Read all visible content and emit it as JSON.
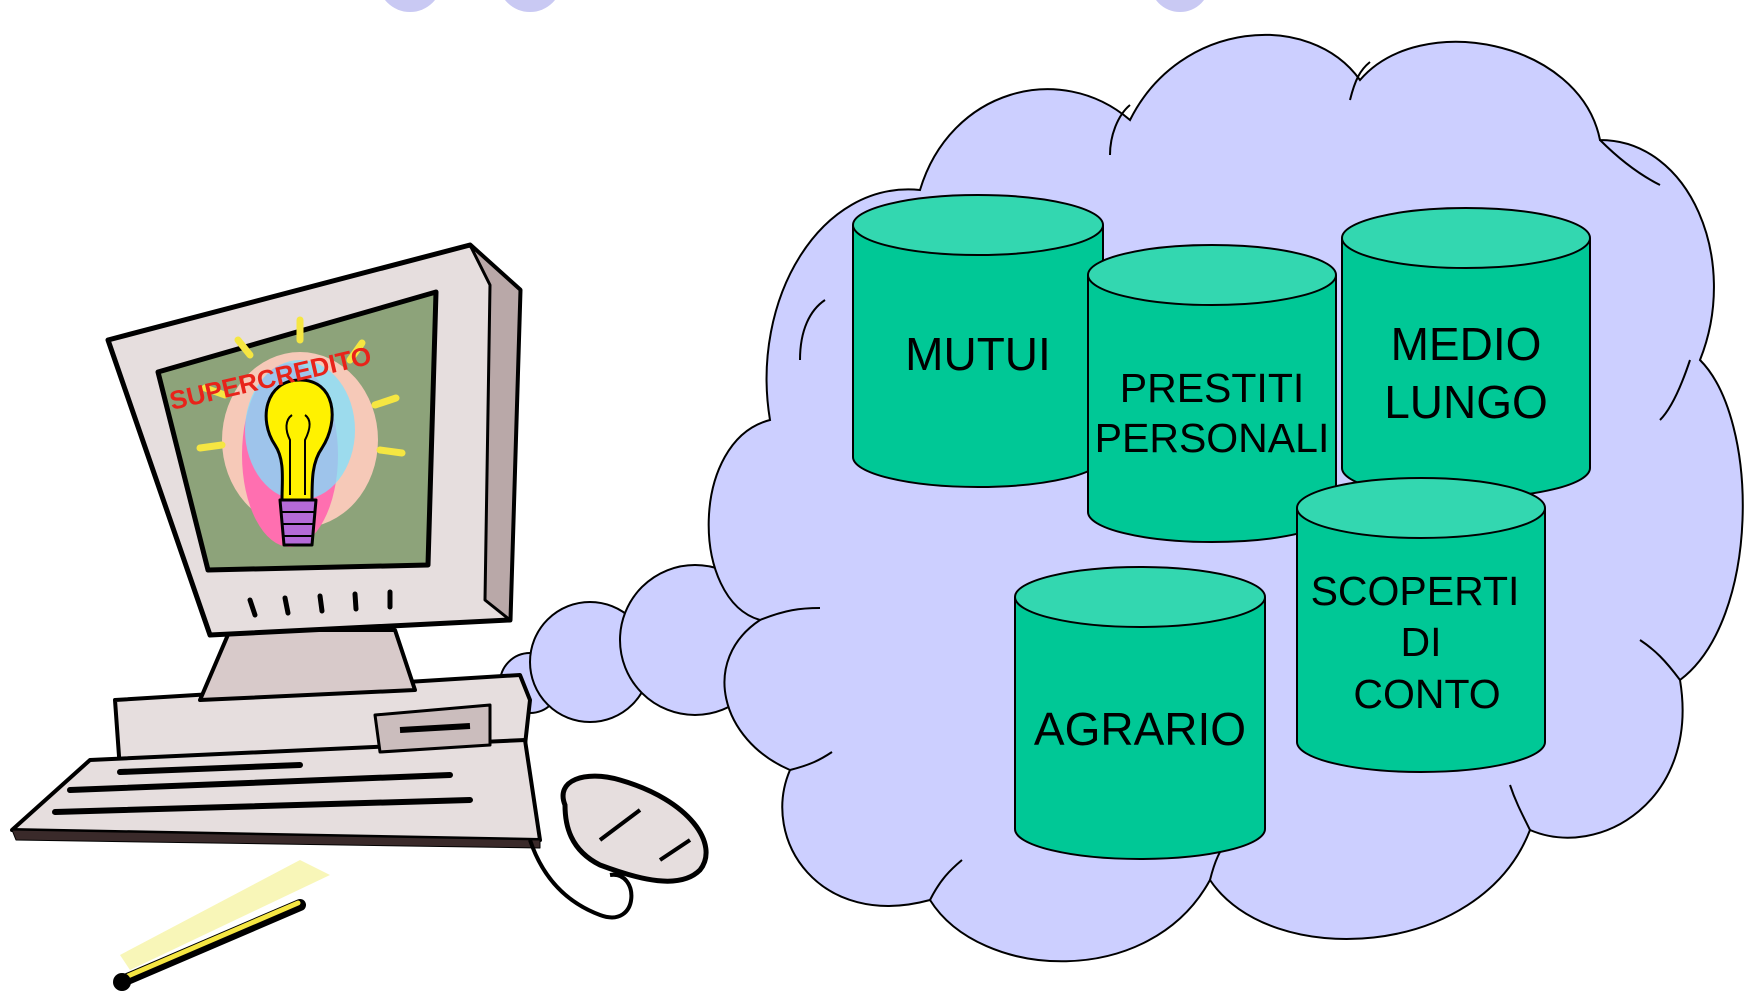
{
  "slide": {
    "screen_label": "SUPERCREDITO"
  },
  "colors": {
    "cloud_fill": "#cccfff",
    "cylinder_body": "#00c896",
    "cylinder_top": "#33d7b0",
    "screen_label": "#e8231a"
  },
  "databases": [
    {
      "lines": [
        "MUTUI"
      ]
    },
    {
      "lines": [
        "PRESTITI",
        "PERSONALI"
      ]
    },
    {
      "lines": [
        "MEDIO",
        "LUNGO"
      ]
    },
    {
      "lines": [
        "AGRARIO"
      ]
    },
    {
      "lines": [
        "SCOPERTI",
        "DI",
        "CONTO"
      ]
    }
  ],
  "icons": [
    "computer-icon",
    "light-bulb-icon",
    "mouse-icon",
    "pencil-icon",
    "thought-cloud"
  ]
}
